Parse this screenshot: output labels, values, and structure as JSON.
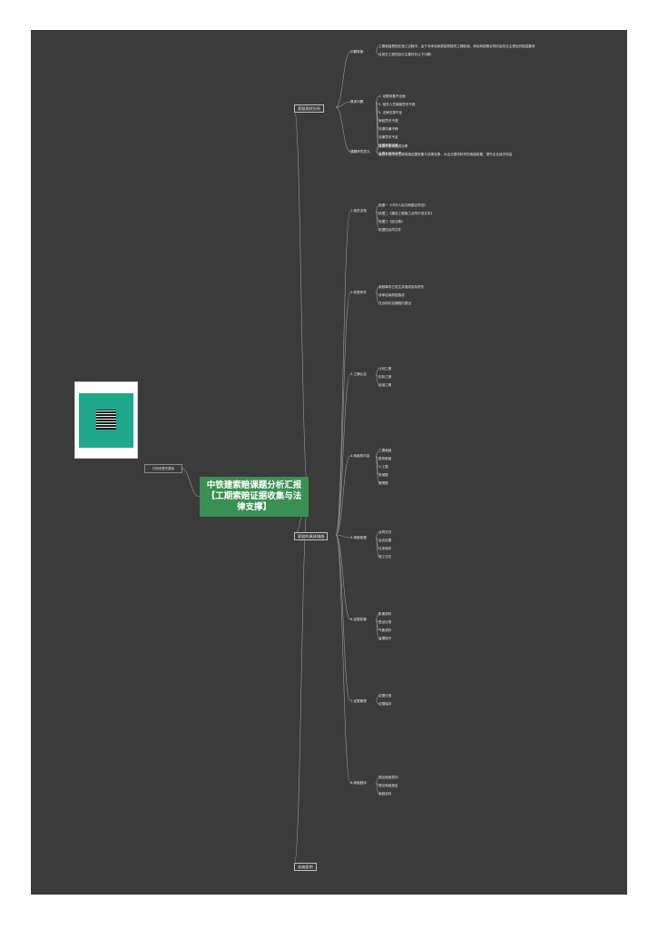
{
  "central_title": "中铁建索赔课题分析汇报【工期索赔证据收集与法律支撑】",
  "qr_caption": "扫码查看完整版",
  "branches": [
    {
      "label": "索赔现状分析",
      "children": [
        {
          "label": "问题背景",
          "leaves": [
            "工期索赔是指在施工过程中，由于非承包商原因导致的工期延误，承包商按照合同约定向业主提出的赔偿要求",
            "目前在工程项目中主要存在以下问题："
          ]
        },
        {
          "label": "具体问题",
          "leaves": [
            "1. 证据收集不全面",
            "2. 相关人员索赔意识不强",
            "3. 法律支撑不足",
            "索赔意识不强",
            "协调沟通不畅",
            "法律意识不足",
            "证据收集困难",
            "工期计划不合理"
          ]
        },
        {
          "label": "课题研究意义",
          "leaves": [
            "提高项目索赔成功率",
            "通过系统研究工期索赔证据收集与法律支撑，为企业提供科学的索赔依据，提升企业经济效益"
          ]
        }
      ]
    },
    {
      "label": "索赔的具体措施",
      "children": [
        {
          "label": "1.相关法规",
          "leaves": [
            "依据一《中华人民共和国合同法》",
            "依据二《建设工程施工合同示范文本》",
            "依据三《民法典》",
            "依据四合同文件"
          ]
        },
        {
          "label": "2.前提条件",
          "leaves": [
            "索赔事件已发生并造成实际损失",
            "非承包商原因造成",
            "在合同约定期限内提出"
          ]
        },
        {
          "label": "3.工期认定",
          "leaves": [
            "计划工期",
            "实际工期",
            "延误工期"
          ]
        },
        {
          "label": "4.索赔的内容",
          "leaves": [
            "工期索赔",
            "费用索赔",
            "人工费",
            "机械费",
            "管理费"
          ]
        },
        {
          "label": "5.索赔依据",
          "leaves": [
            "合同文件",
            "会议纪要",
            "往来函件",
            "施工日志"
          ]
        },
        {
          "label": "6.证据收集",
          "leaves": [
            "影像资料",
            "签证记录",
            "气象资料",
            "监理指令"
          ]
        },
        {
          "label": "7.证据管理",
          "leaves": [
            "证据分类",
            "证据保存"
          ]
        },
        {
          "label": "8.索赔程序",
          "leaves": [
            "提出索赔意向",
            "提交索赔报告",
            "索赔谈判"
          ]
        }
      ]
    },
    {
      "label": "实施案例",
      "children": []
    }
  ]
}
